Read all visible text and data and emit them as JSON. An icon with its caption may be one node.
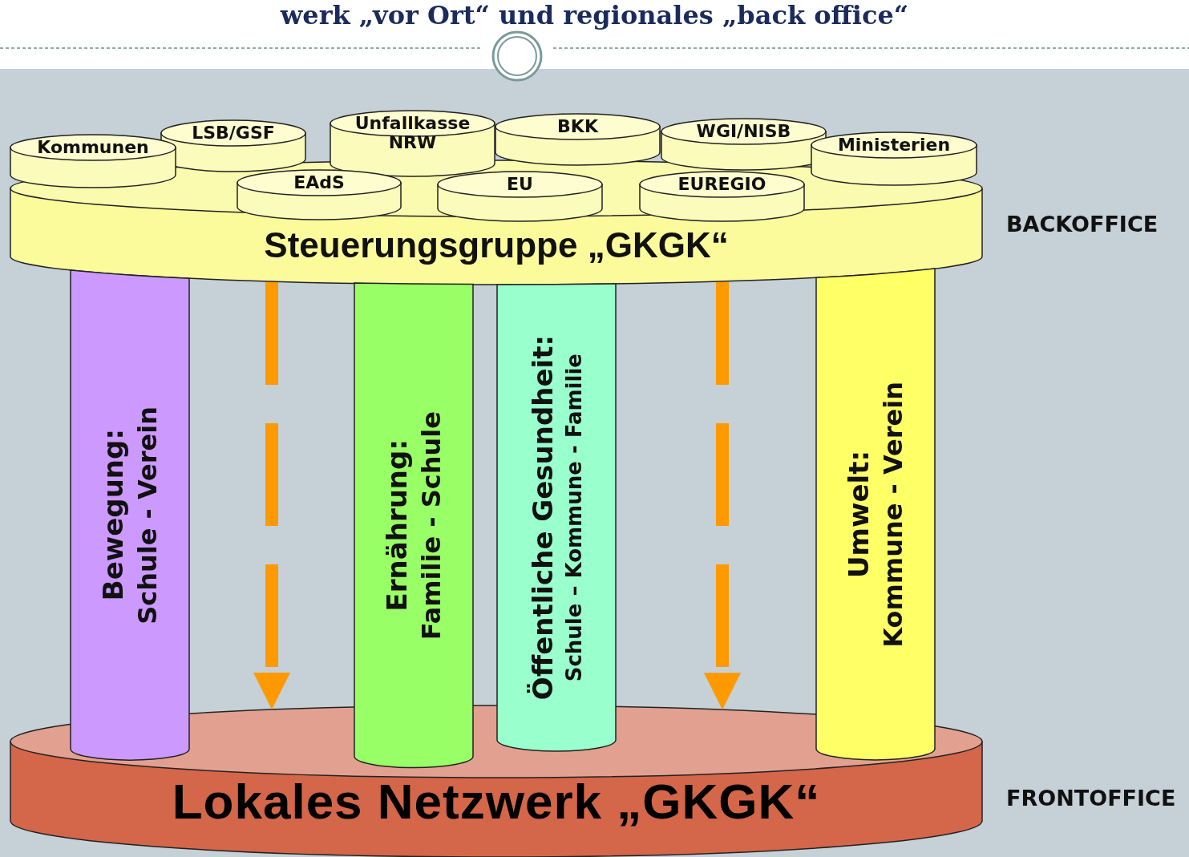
{
  "diagram": {
    "title": "werk „vor Ort“ und regionales „back office“",
    "nodes": [
      {
        "text": [
          "Steuerungsgruppe „GKGK“"
        ]
      },
      {
        "text": [
          "Kommunen"
        ]
      },
      {
        "text": [
          "LSB/GSF"
        ]
      },
      {
        "text": [
          "Unfallkasse NRW"
        ]
      },
      {
        "text": [
          "BKK"
        ]
      },
      {
        "text": [
          "WGI/NISB"
        ]
      },
      {
        "text": [
          "Ministerien"
        ]
      },
      {
        "text": [
          "EAdS"
        ]
      },
      {
        "text": [
          "EU"
        ]
      },
      {
        "text": [
          "EUREGIO"
        ]
      },
      {
        "text": [
          "Bewegung:",
          "Schule - Verein"
        ]
      },
      {
        "text": [
          "Ernährung:",
          "Familie - Schule"
        ]
      },
      {
        "text": [
          "Öffentliche Gesundheit:",
          "Schule – Kommune - Familie"
        ]
      },
      {
        "text": [
          "Umwelt:",
          "Kommune - Verein"
        ]
      },
      {
        "text": [
          "Lokales Netzwerk „GKGK“"
        ]
      }
    ],
    "edges": [
      {
        "from": 0,
        "to": 14,
        "arrow": "to",
        "style": "dashed",
        "color": "#ff9900"
      },
      {
        "from": 0,
        "to": 14,
        "arrow": "to",
        "style": "dashed",
        "color": "#ff9900"
      }
    ],
    "labels": [
      "BACKOFFICE",
      "FRONTOFFICE"
    ]
  }
}
